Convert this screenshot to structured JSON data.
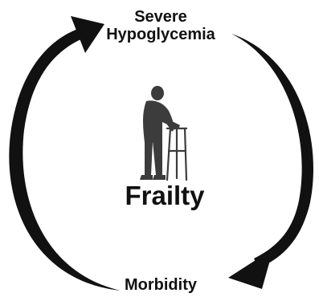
{
  "nodes": {
    "top": {
      "line1": "Severe",
      "line2": "Hypoglycemia"
    },
    "bottom": {
      "label": "Morbidity"
    },
    "center": {
      "label": "Frailty"
    }
  },
  "icons": {
    "figure": "elderly-person-with-walker-icon",
    "arrows": "cycle-arrow-icon"
  },
  "colors": {
    "arrow": "#111111",
    "text": "#111111",
    "figure": "#3c3c3c"
  }
}
